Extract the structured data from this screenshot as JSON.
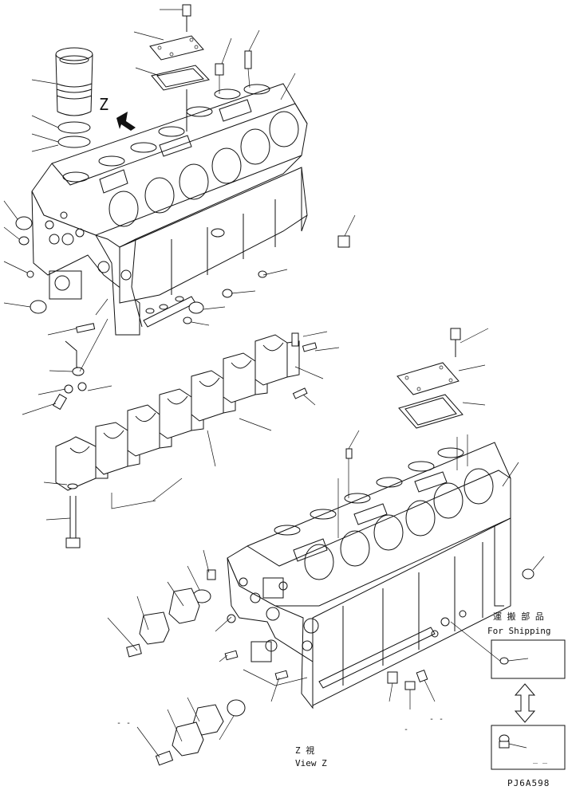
{
  "labels": {
    "z_marker": "Z",
    "shipping_jp": "運 搬 部 品",
    "shipping_en": "For Shipping",
    "view_jp": "Z 視",
    "view_en": "View Z",
    "drawing_code": "PJ6A598",
    "dash_left": "- -",
    "dash_right": "- -",
    "dash_box": "_ _",
    "dash_mid": "-"
  }
}
